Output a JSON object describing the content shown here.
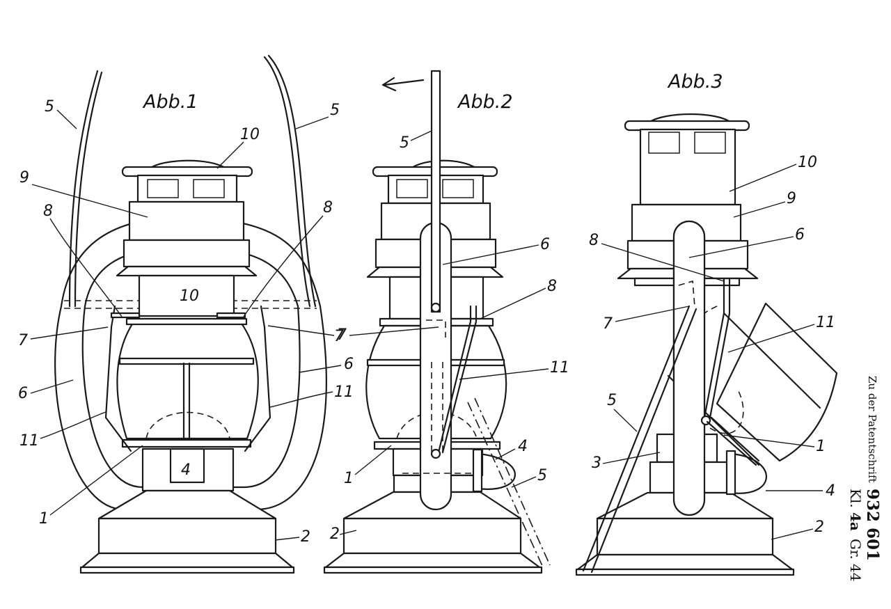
{
  "figures": {
    "fig1": {
      "title": "Abb.1",
      "labels": {
        "handle_l": "5",
        "handle_r": "5",
        "cap": "10",
        "chimney": "9",
        "clip_l": "8",
        "clip_r": "8",
        "inner": "10",
        "hook_l": "7",
        "hook_r": "7",
        "tube_l": "6",
        "tube_r": "6",
        "wire_r": "11",
        "wire_l": "11",
        "ring": "1",
        "tank_label": "4",
        "base": "2"
      }
    },
    "fig2": {
      "title": "Abb.2",
      "labels": {
        "handle": "5",
        "tube": "6",
        "clip": "8",
        "hook": "7",
        "wire": "11",
        "ring": "1",
        "latch": "4",
        "handle_swing": "5",
        "base": "2"
      }
    },
    "fig3": {
      "title": "Abb.3",
      "labels": {
        "cap": "10",
        "chimney": "9",
        "tube": "6",
        "clip": "8",
        "hook": "7",
        "wire": "11",
        "handle": "5",
        "ring": "1",
        "burner": "3",
        "latch": "4",
        "base": "2"
      }
    }
  },
  "sidebar": {
    "line1": "Zu der Patentschrift",
    "number": "932 601",
    "class_prefix": "Kl.",
    "class_number": "4a",
    "group": "Gr. 44"
  }
}
